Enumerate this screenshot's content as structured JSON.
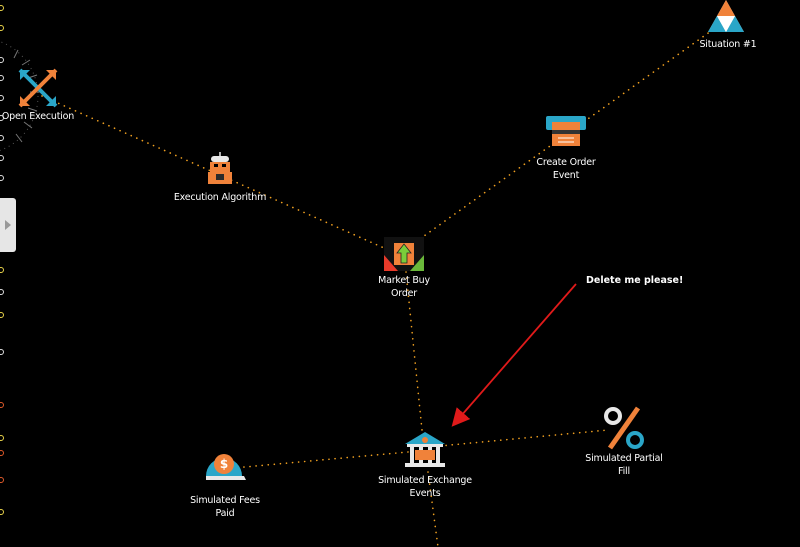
{
  "nodes": {
    "situation": {
      "label": "Situation #1",
      "icon": "mountain-icon"
    },
    "open_execution": {
      "label": "Open Execution",
      "icon": "crossed-arrows-icon"
    },
    "create_order_event": {
      "label_line1": "Create Order",
      "label_line2": "Event",
      "icon": "printer-icon"
    },
    "execution_algorithm": {
      "label": "Execution Algorithm",
      "icon": "robot-worker-icon"
    },
    "market_buy_order": {
      "label_line1": "Market Buy",
      "label_line2": "Order",
      "icon": "up-arrow-icon"
    },
    "simulated_exchange_events": {
      "label_line1": "Simulated Exchange",
      "label_line2": "Events",
      "icon": "bank-icon"
    },
    "simulated_partial_fill": {
      "label_line1": "Simulated Partial",
      "label_line2": "Fill",
      "icon": "percent-icon"
    },
    "simulated_fees_paid": {
      "label_line1": "Simulated Fees",
      "label_line2": "Paid",
      "icon": "dollar-helmet-icon"
    }
  },
  "annotation": {
    "text": "Delete me please!",
    "color": "#e01a1a"
  },
  "colors": {
    "background": "#000000",
    "link": "#f0a020",
    "label": "#ffffff"
  },
  "side_toggle": {
    "icon": "chevron-right-icon"
  }
}
